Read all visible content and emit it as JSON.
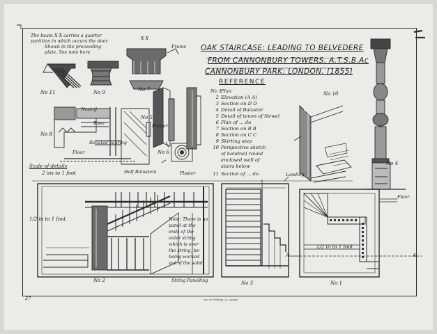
{
  "title": {
    "line1": "OAK STAIRCASE: LEADING TO BELVEDERE",
    "line2": "FROM CANNONBURY TOWERS. A.T.S.B.Ac",
    "line3": "CANNONBURY PARK: LONDON. [1855]"
  },
  "note_top": {
    "line1": "The beam X X carries a quarter",
    "line2": "partition in which occurs the door",
    "line3": "Shown in the preceeding",
    "line4": "plate. See note here"
  },
  "reference": {
    "heading": "REFERENCE",
    "items": [
      {
        "num": "No 1",
        "text": "Plan"
      },
      {
        "num": "2",
        "text": "Elevation (A A)"
      },
      {
        "num": "3",
        "text": "Section on D D"
      },
      {
        "num": "4",
        "text": "Detail of Baluster"
      },
      {
        "num": "5",
        "text": "Detail of tenon of Newel"
      },
      {
        "num": "6",
        "text": "Plan of ... do"
      },
      {
        "num": "7",
        "text": "Section on B B"
      },
      {
        "num": "8",
        "text": "Section on C C"
      },
      {
        "num": "9",
        "text": "Skirting step"
      },
      {
        "num": "10",
        "text": "Perspective sketch"
      },
      {
        "num": "",
        "text": "of handrail round"
      },
      {
        "num": "",
        "text": "enclosed well of"
      },
      {
        "num": "",
        "text": "stairs below"
      },
      {
        "num": "11",
        "text": "Section of ... do"
      }
    ]
  },
  "labels": {
    "no11": "No 11",
    "no9": "No 9",
    "no7": "No 7",
    "no8": "No 8",
    "no5": "No 5",
    "no6": "No 6",
    "no10": "No 10",
    "no4": "No 4",
    "no2": "No 2",
    "no3": "No 3",
    "no1": "No 1",
    "xx": "X X",
    "frame": "Frame",
    "nosing": "Nosing",
    "riser": "Riser",
    "plaster": "Plaster",
    "bearing": "Rebated bearing",
    "floor": "Floor",
    "scale_details": "Scale of details",
    "scale_details2": "2 ins to 1 foot",
    "half_balusters": "Half Balusters",
    "plaster2": "Plaster",
    "scale_left": "1/2 in to 1 foot",
    "scale_right": "1/2 in to 1 foot",
    "note_stair_1": "Note: There is no",
    "note_stair_2": "panel at the",
    "note_stair_3": "ends of the",
    "note_stair_4": "outer string",
    "note_stair_5": "which is over",
    "note_stair_6": "the string, be-",
    "note_stair_7": "being worked",
    "note_stair_8": "out of the solid",
    "string_label": "String Panelling",
    "landing": "Landing",
    "a_label": "A",
    "a_label2": "A",
    "floor2": "Floor",
    "plate_num": "27",
    "imprint": "Sun Art Printing Co. London"
  }
}
